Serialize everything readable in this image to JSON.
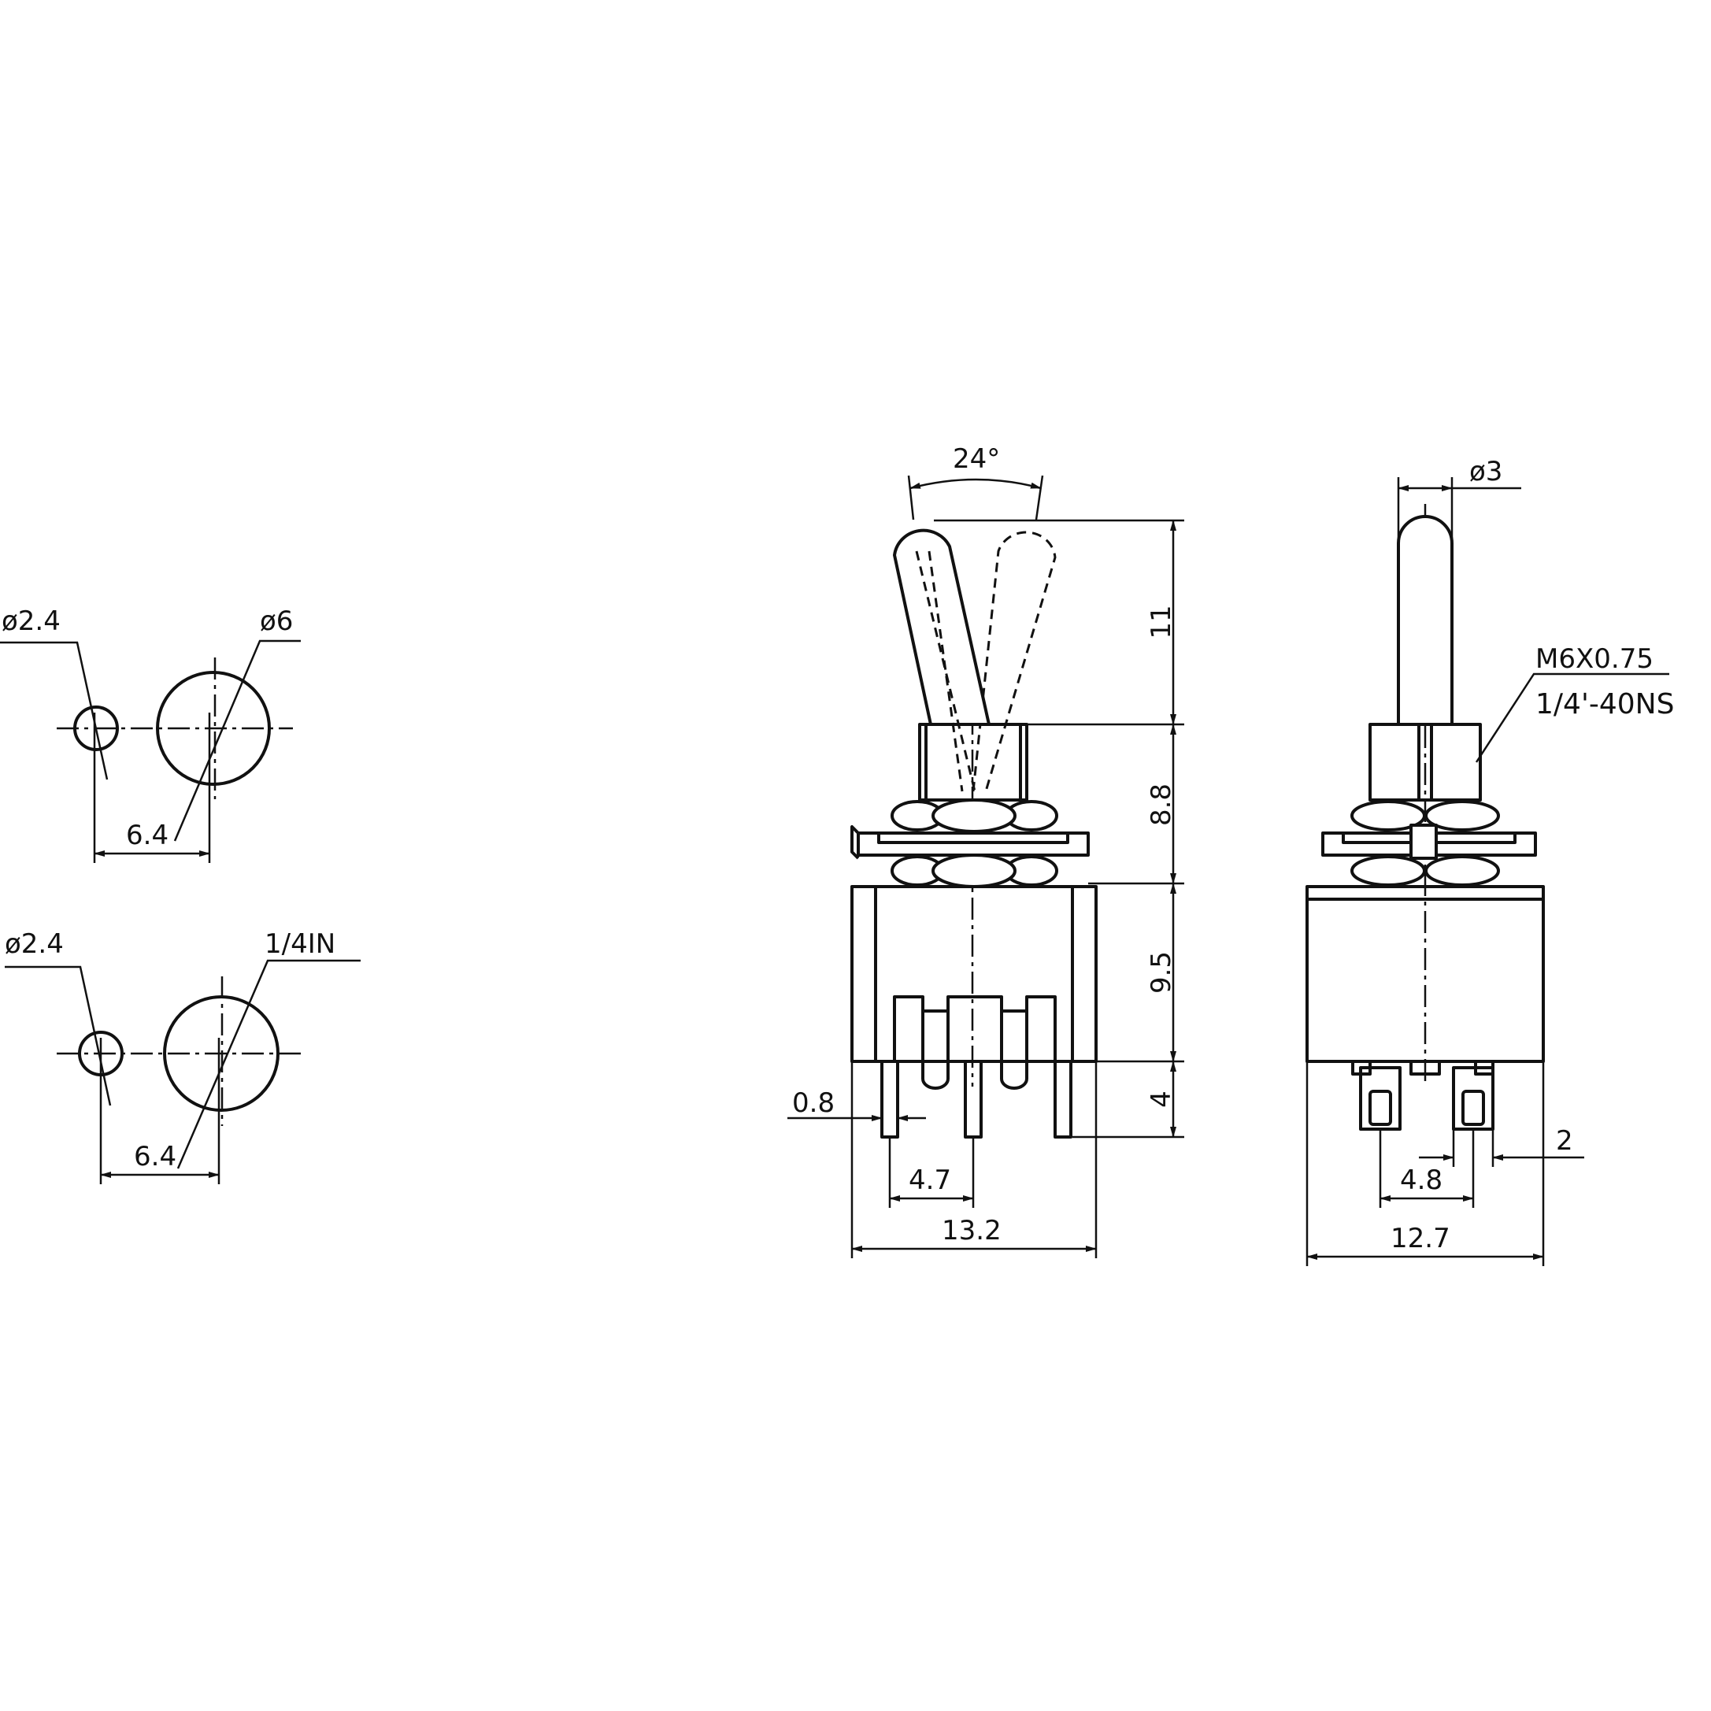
{
  "panel_cutout_1": {
    "small_hole_label": "ø2.4",
    "large_hole_label": "ø6",
    "spacing_label": "6.4"
  },
  "panel_cutout_2": {
    "small_hole_label": "ø2.4",
    "large_hole_label": "1/4IN",
    "spacing_label": "6.4"
  },
  "front_view": {
    "lever_angle_label": "24°",
    "height_lever_label": "11",
    "height_bushing_label": "8.8",
    "height_body_label": "9.5",
    "height_terminal_label": "4",
    "terminal_thickness_label": "0.8",
    "terminal_pitch_label": "4.7",
    "body_width_label": "13.2"
  },
  "side_view": {
    "lever_diameter_label": "ø3",
    "thread_label_1": "M6X0.75",
    "thread_label_2": "1/4'-40NS",
    "terminal_width_label": "2",
    "terminal_pitch_label": "4.8",
    "body_width_label": "12.7"
  }
}
